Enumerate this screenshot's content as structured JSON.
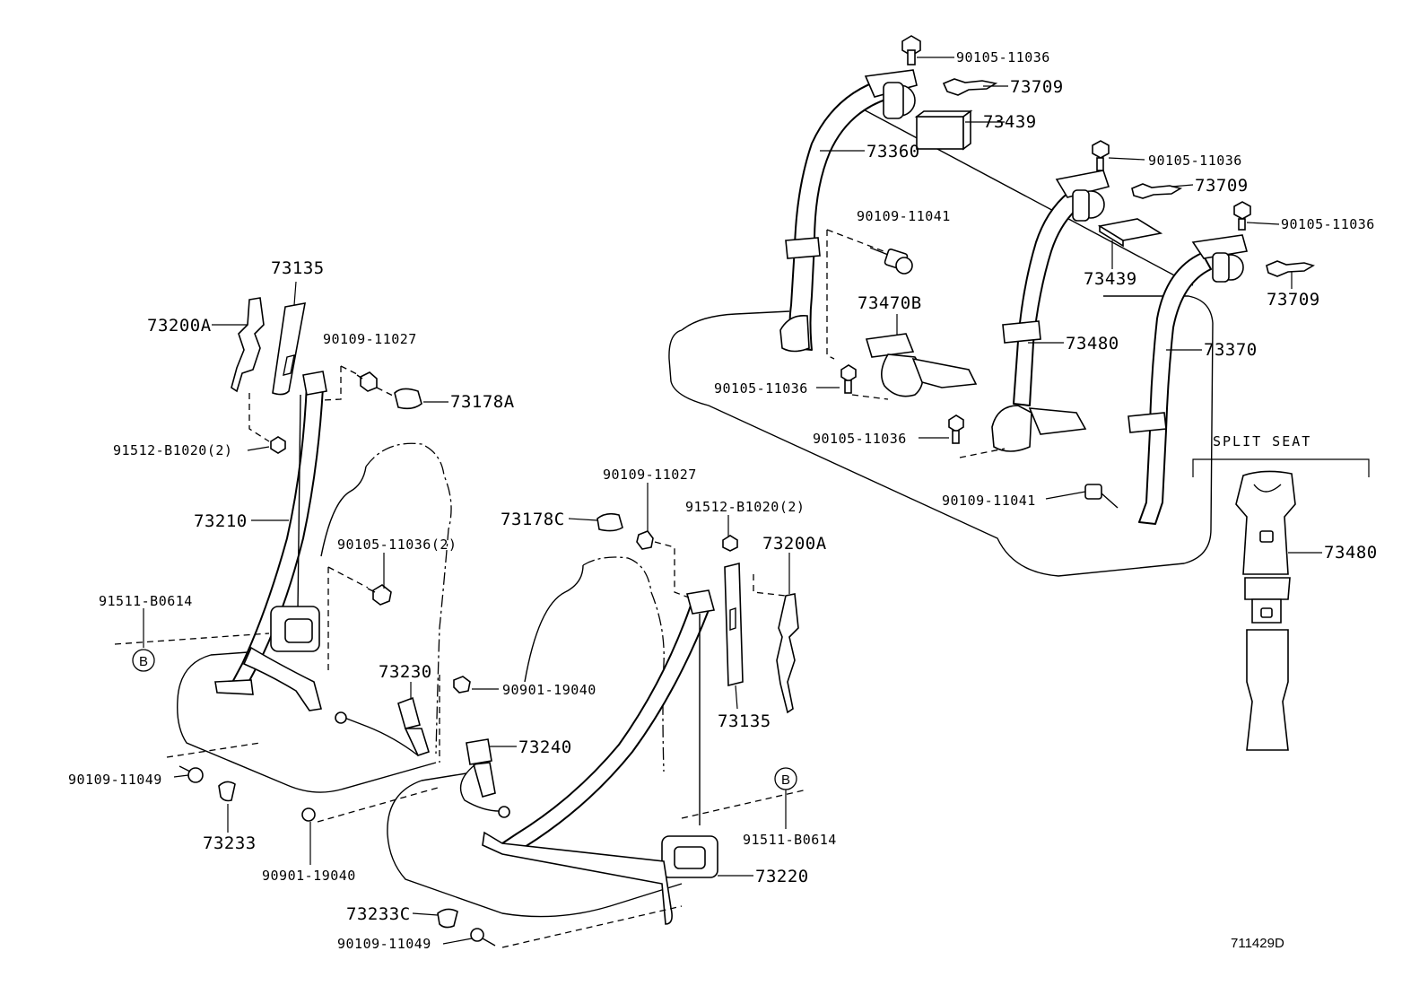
{
  "labels": {
    "front_left": {
      "p73135": "73135",
      "p73200a": "73200A",
      "p9010911027": "90109-11027",
      "p73178a": "73178A",
      "p91512b1020": "91512-B1020(2)",
      "p73210": "73210",
      "p9010511036_2": "90105-11036(2)",
      "p91511b0614": "91511-B0614",
      "circle_b": "B",
      "p73230": "73230",
      "p9010911049": "90109-11049",
      "p73233": "73233",
      "p9090119040": "90901-19040"
    },
    "front_right": {
      "p9010911027": "90109-11027",
      "p73178c": "73178C",
      "p91512b1020": "91512-B1020(2)",
      "p73200a": "73200A",
      "p9090119040": "90901-19040",
      "p73240": "73240",
      "p73135": "73135",
      "circle_b": "B",
      "p91511b0614": "91511-B0614",
      "p73220": "73220",
      "p73233c": "73233C",
      "p9010911049": "90109-11049"
    },
    "rear": {
      "p9010511036_top": "90105-11036",
      "p73709_top": "73709",
      "p73439_top": "73439",
      "p73360": "73360",
      "p9010511036_mid": "90105-11036",
      "p73709_mid": "73709",
      "p9010911041_top": "90109-11041",
      "p9010511036_right": "90105-11036",
      "p73439_mid": "73439",
      "p73709_right": "73709",
      "p73470b": "73470B",
      "p73480": "73480",
      "p73370": "73370",
      "p9010511036_left": "90105-11036",
      "p9010511036_low": "90105-11036",
      "p9010911041_low": "90109-11041"
    },
    "split_seat": {
      "title": "SPLIT SEAT",
      "p73480": "73480"
    }
  },
  "reference_code": "711429D"
}
